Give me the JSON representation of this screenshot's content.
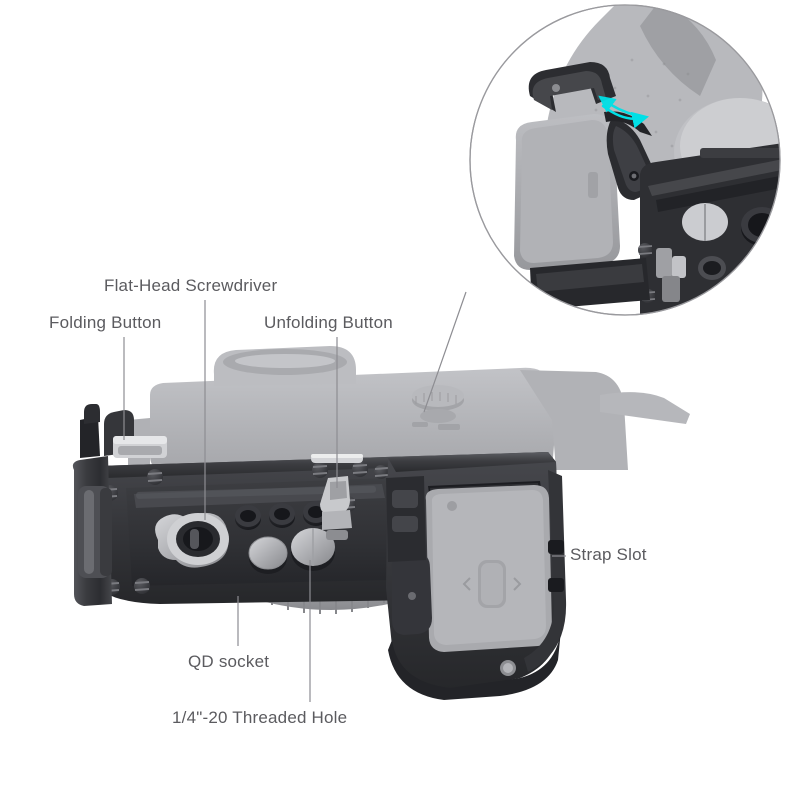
{
  "document": {
    "type": "product-annotation-diagram",
    "subject": "Camera cage / L-bracket bottom view with labeled features",
    "background_color": "#ffffff"
  },
  "colors": {
    "label_text": "#5b5b5f",
    "leader_line": "#8d8d92",
    "inset_circle_border": "#9a9a9e",
    "camera_body_ghost": "#b4b4b8",
    "cage_dark": "#2f3033",
    "cage_mid": "#46474b",
    "cage_light": "#6e7075",
    "metal_silver": "#b9babd",
    "arrow_cyan": "#00e0e6"
  },
  "callouts": [
    {
      "id": "flat-head-screwdriver",
      "label": "Flat-Head Screwdriver"
    },
    {
      "id": "folding-button",
      "label": "Folding Button"
    },
    {
      "id": "unfolding-button",
      "label": "Unfolding Button"
    },
    {
      "id": "strap-slot",
      "label": "Strap Slot"
    },
    {
      "id": "qd-socket",
      "label": "QD socket"
    },
    {
      "id": "threaded-hole",
      "label": "1/4\"-20 Threaded Hole"
    }
  ],
  "inset": {
    "shape": "circle",
    "description": "Close-up detail of the quick-release lever and battery door area",
    "arrow": {
      "style": "double-headed curved",
      "color": "#00e0e6",
      "meaning": "lever swings open and closed"
    }
  },
  "features": {
    "qd_socket_count": 1,
    "threaded_hole_count": 2,
    "small_hole_count": 3,
    "screw_count": 8
  }
}
